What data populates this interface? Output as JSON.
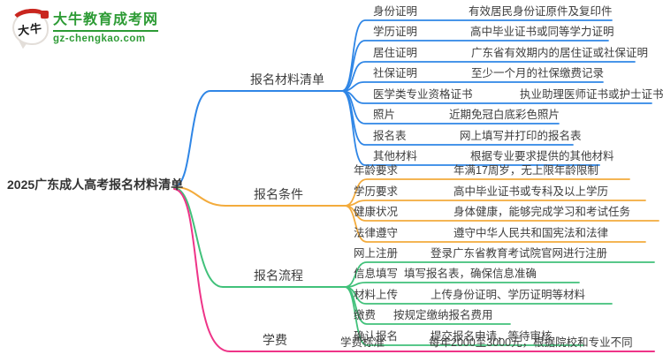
{
  "logo": {
    "bubble_text": "大牛",
    "brand": "大牛教育成考网",
    "domain": "gz-chengkao.com"
  },
  "root": {
    "label": "2025广东成人高考报名材料清单"
  },
  "colors": {
    "c1": "#2f86e6",
    "c2": "#f3ab3c",
    "c3": "#41c17a",
    "c4": "#ee3488",
    "brand": "#2d9b35",
    "text": "#3e3e3e"
  },
  "branches": [
    {
      "label": "报名材料清单",
      "children": [
        {
          "label": "身份证明",
          "value": "有效居民身份证原件及复印件"
        },
        {
          "label": "学历证明",
          "value": "高中毕业证书或同等学力证明"
        },
        {
          "label": "居住证明",
          "value": "广东省有效期内的居住证或社保证明"
        },
        {
          "label": "社保证明",
          "value": "至少一个月的社保缴费记录"
        },
        {
          "label": "医学类专业资格证书",
          "value": "执业助理医师证书或护士证书"
        },
        {
          "label": "照片",
          "value": "近期免冠白底彩色照片"
        },
        {
          "label": "报名表",
          "value": "网上填写并打印的报名表"
        },
        {
          "label": "其他材料",
          "value": "根据专业要求提供的其他材料"
        }
      ]
    },
    {
      "label": "报名条件",
      "children": [
        {
          "label": "年龄要求",
          "value": "年满17周岁，无上限年龄限制"
        },
        {
          "label": "学历要求",
          "value": "高中毕业证书或专科及以上学历"
        },
        {
          "label": "健康状况",
          "value": "身体健康，能够完成学习和考试任务"
        },
        {
          "label": "法律遵守",
          "value": "遵守中华人民共和国宪法和法律"
        }
      ]
    },
    {
      "label": "报名流程",
      "children": [
        {
          "label": "网上注册",
          "value": "登录广东省教育考试院官网进行注册"
        },
        {
          "label": "信息填写",
          "value": "填写报名表，确保信息准确"
        },
        {
          "label": "材料上传",
          "value": "上传身份证明、学历证明等材料"
        },
        {
          "label": "缴费",
          "value": "按规定缴纳报名费用"
        },
        {
          "label": "确认报名",
          "value": "提交报名申请，等待审核"
        }
      ]
    },
    {
      "label": "学费",
      "children": [
        {
          "label": "学费标准",
          "value": "每年2000至3000元，根据院校和专业不同"
        }
      ]
    }
  ]
}
